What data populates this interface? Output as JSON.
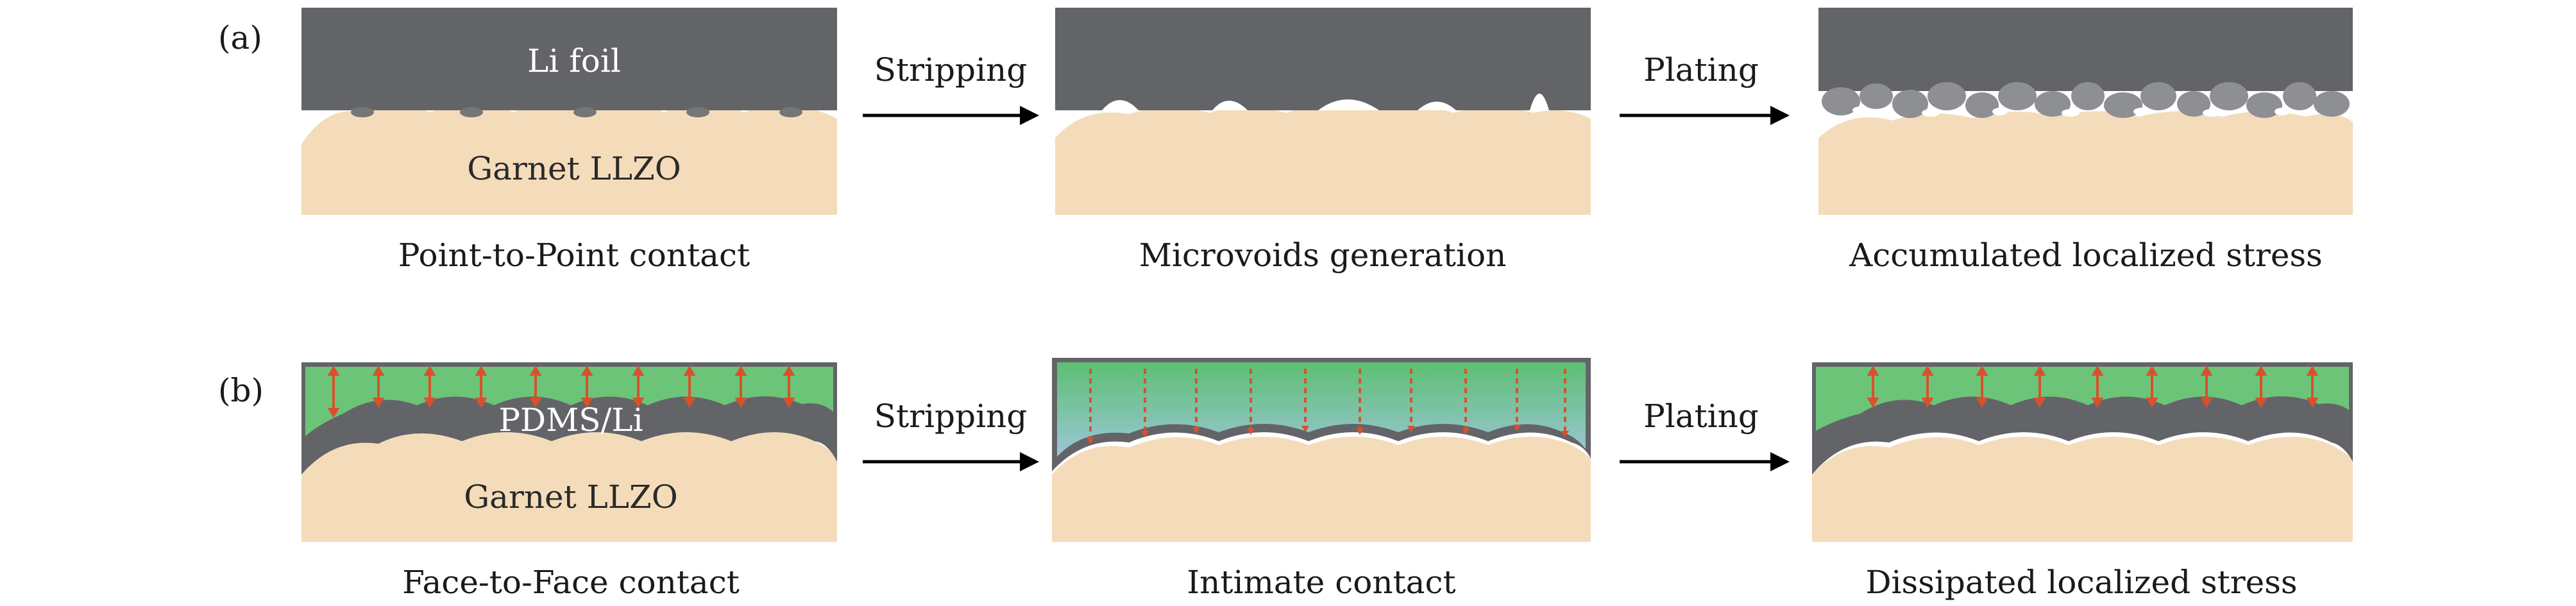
{
  "panel_a": {
    "tag": "(a)",
    "li_label": "Li foil",
    "garnet_label": "Garnet LLZO",
    "arrow1_label": "Stripping",
    "arrow2_label": "Plating",
    "caption1": "Point-to-Point contact",
    "caption2": "Microvoids generation",
    "caption3": "Accumulated localized stress"
  },
  "panel_b": {
    "tag": "(b)",
    "pdms_label": "PDMS/Li",
    "garnet_label": "Garnet LLZO",
    "arrow1_label": "Stripping",
    "arrow2_label": "Plating",
    "caption1": "Face-to-Face contact",
    "caption2": "Intimate contact",
    "caption3": "Dissipated localized stress"
  },
  "colors": {
    "li_metal": "#636468",
    "garnet": "#f4dcba",
    "pdms_green": "#6cc479",
    "pressure_arrow": "#d9512c",
    "void": "#ffffff"
  }
}
